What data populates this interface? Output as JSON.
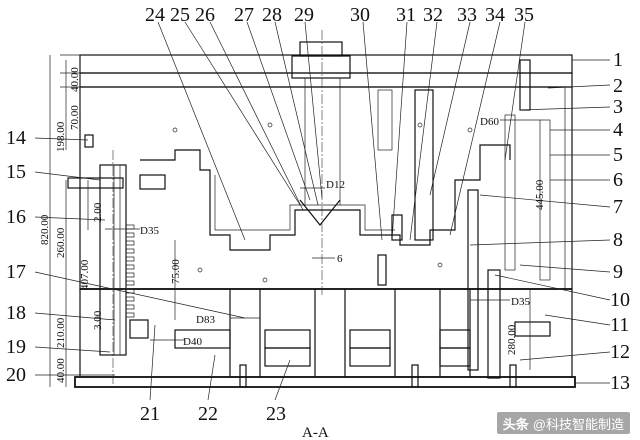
{
  "callouts_top": [
    "24",
    "25",
    "26",
    "27",
    "28",
    "29",
    "30",
    "31",
    "32",
    "33",
    "34",
    "35"
  ],
  "callouts_right": [
    "1",
    "2",
    "3",
    "4",
    "5",
    "6",
    "7",
    "8",
    "9",
    "10",
    "11",
    "12",
    "13"
  ],
  "callouts_left": [
    "14",
    "15",
    "16",
    "17",
    "18",
    "19",
    "20"
  ],
  "callouts_bottom": [
    "21",
    "22",
    "23"
  ],
  "dims_vertical": [
    "820.00",
    "198.00",
    "40.00",
    "70.00",
    "260.00",
    "2.00",
    "407.00",
    "75.00",
    "3.00",
    "210.00",
    "40.00",
    "445.00",
    "280.00"
  ],
  "dims_horizontal": [
    "D12",
    "D35",
    "D60",
    "D83",
    "D40",
    "D35",
    "6"
  ],
  "section_label": "A-A",
  "watermark": {
    "logo": "头条",
    "text": "@科技智能制造"
  }
}
